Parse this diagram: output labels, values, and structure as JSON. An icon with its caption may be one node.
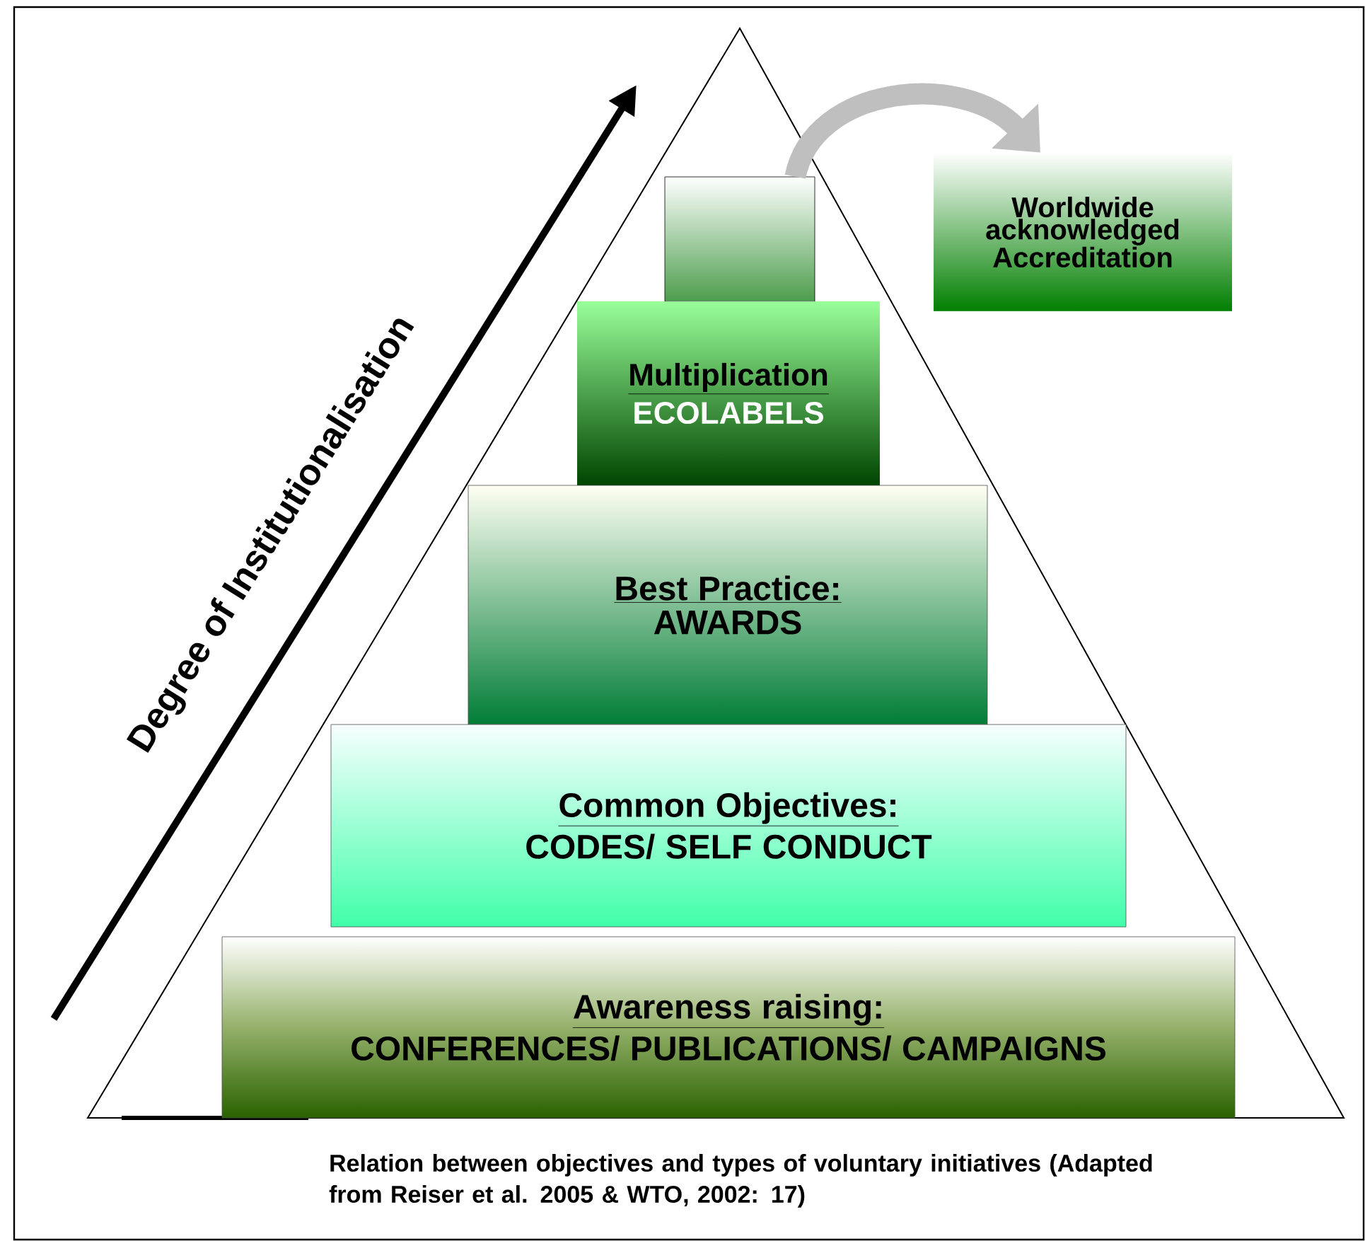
{
  "diagram": {
    "caption": "Relation between objectives and types of voluntary initiatives (Adapted from Reiser et al. 2005 & WTO, 2002: 17)",
    "nodes": [
      {
        "text": [],
        "shape": "box"
      },
      {
        "text": [
          "Worldwide acknowledged Accreditation"
        ]
      },
      {
        "text": [
          "Multiplication",
          "ECOLABELS"
        ]
      },
      {
        "text": [
          "Best Practice:",
          "AWARDS"
        ]
      },
      {
        "text": [
          "Common Objectives:",
          "CODES/ SELF CONDUCT"
        ]
      },
      {
        "text": [
          "Awareness raising:",
          "CONFERENCES/ PUBLICATIONS/ CAMPAIGNS"
        ]
      }
    ],
    "edges": [
      {
        "from": 0,
        "to": 1,
        "arrow": "to"
      }
    ],
    "labels": [
      "Degree of Institutionalisation"
    ]
  }
}
